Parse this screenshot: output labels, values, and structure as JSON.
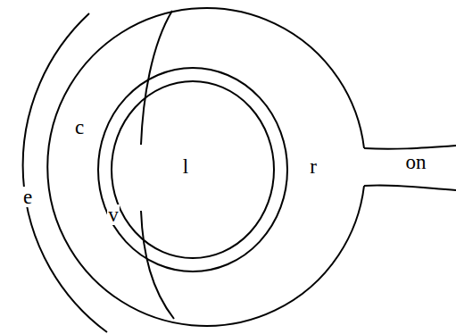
{
  "diagram": {
    "labels": [
      "e",
      "c",
      "v",
      "l",
      "r",
      "on"
    ]
  }
}
